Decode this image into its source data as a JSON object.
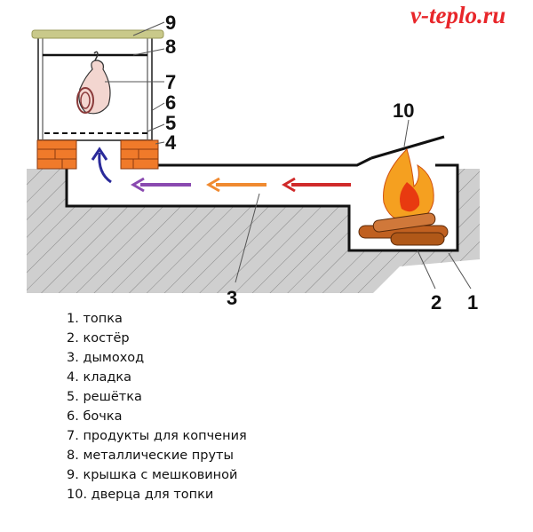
{
  "watermark": "v-teplo.ru",
  "labels": [
    "1",
    "2",
    "3",
    "4",
    "5",
    "6",
    "7",
    "8",
    "9",
    "10"
  ],
  "legend": [
    "1. топка",
    "2. костёр",
    "3. дымоход",
    "4. кладка",
    "5. решётка",
    "6. бочка",
    "7. продукты для копчения",
    "8. металлические пруты",
    "9. крышка с мешковиной",
    "10. дверца для топки"
  ],
  "colors": {
    "brick": "#f07a2a",
    "ground": "#c8c8c8",
    "lid": "#c9c98a",
    "arrow_blue": "#2a2a9a",
    "arrow_purple": "#8a4ab0",
    "arrow_orange": "#f08a30",
    "arrow_red": "#d02a2a",
    "fire": "#f5a020"
  }
}
